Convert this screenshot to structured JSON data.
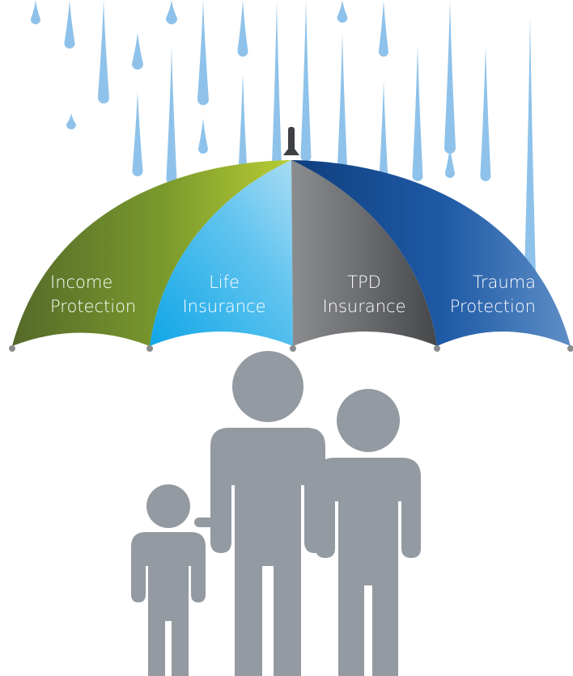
{
  "colors": {
    "rain": "#8ec2ea",
    "family": "#939aa1",
    "background": "#ffffff"
  },
  "umbrella": {
    "segments": [
      {
        "line1": "Income",
        "line2": "Protection",
        "color": "#6f8a2a"
      },
      {
        "line1": "Life",
        "line2": "Insurance",
        "color": "#2fb1ea"
      },
      {
        "line1": "TPD",
        "line2": "Insurance",
        "color": "#6e7073"
      },
      {
        "line1": "Trauma",
        "line2": "Protection",
        "color": "#1f5aa6"
      }
    ]
  },
  "icons": {
    "rain": "raindrop-icon",
    "people": [
      "adult-icon",
      "adult-icon",
      "child-icon"
    ]
  }
}
